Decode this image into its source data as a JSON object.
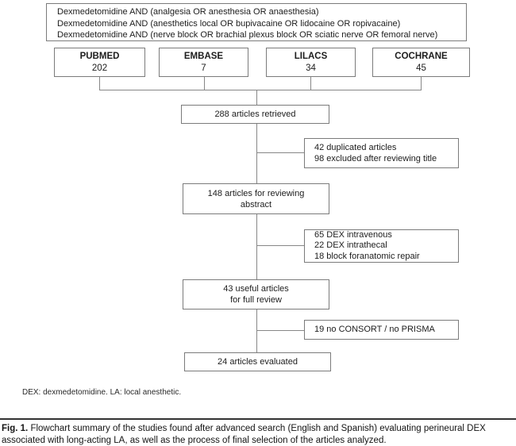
{
  "colors": {
    "background": "#ffffff",
    "box_border": "#7b7b7b",
    "connector_line": "#878787",
    "text": "#1c1c1c",
    "caption_rule": "#333333"
  },
  "figure": {
    "search_query_box": {
      "lines": [
        "Dexmedetomidine AND (analgesia OR anesthesia OR anaesthesia)",
        "Dexmedetomidine AND (anesthetics local OR bupivacaine OR lidocaine OR ropivacaine)",
        "Dexmedetomidine AND (nerve block OR brachial plexus block OR sciatic nerve OR femoral nerve)"
      ]
    },
    "databases": [
      {
        "name": "PUBMED",
        "count": "202"
      },
      {
        "name": "EMBASE",
        "count": "7"
      },
      {
        "name": "LILACS",
        "count": "34"
      },
      {
        "name": "COCHRANE",
        "count": "45"
      }
    ],
    "nodes": {
      "retrieved": "288 articles retrieved",
      "abstract_line1": "148 articles for reviewing",
      "abstract_line2": "abstract",
      "full_review_line1": "43 useful articles",
      "full_review_line2": "for full review",
      "evaluated": "24 articles evaluated"
    },
    "exclusions": {
      "title_stage": {
        "lines": [
          "42 duplicated articles",
          "98 excluded after reviewing title"
        ]
      },
      "abstract_stage": {
        "lines": [
          "65 DEX intravenous",
          "22 DEX intrathecal",
          "18 block foranatomic repair"
        ]
      },
      "full_text_stage": {
        "lines": [
          "19 no CONSORT / no PRISMA"
        ]
      }
    },
    "footnote": "DEX: dexmedetomidine. LA: local anesthetic."
  },
  "caption": {
    "label": "Fig. 1.",
    "line1": "Flowchart summary of the studies found after advanced search (English and Spanish) evaluating perineural DEX",
    "line2": "associated with long-acting LA, as well as the process of final selection of the articles analyzed."
  }
}
